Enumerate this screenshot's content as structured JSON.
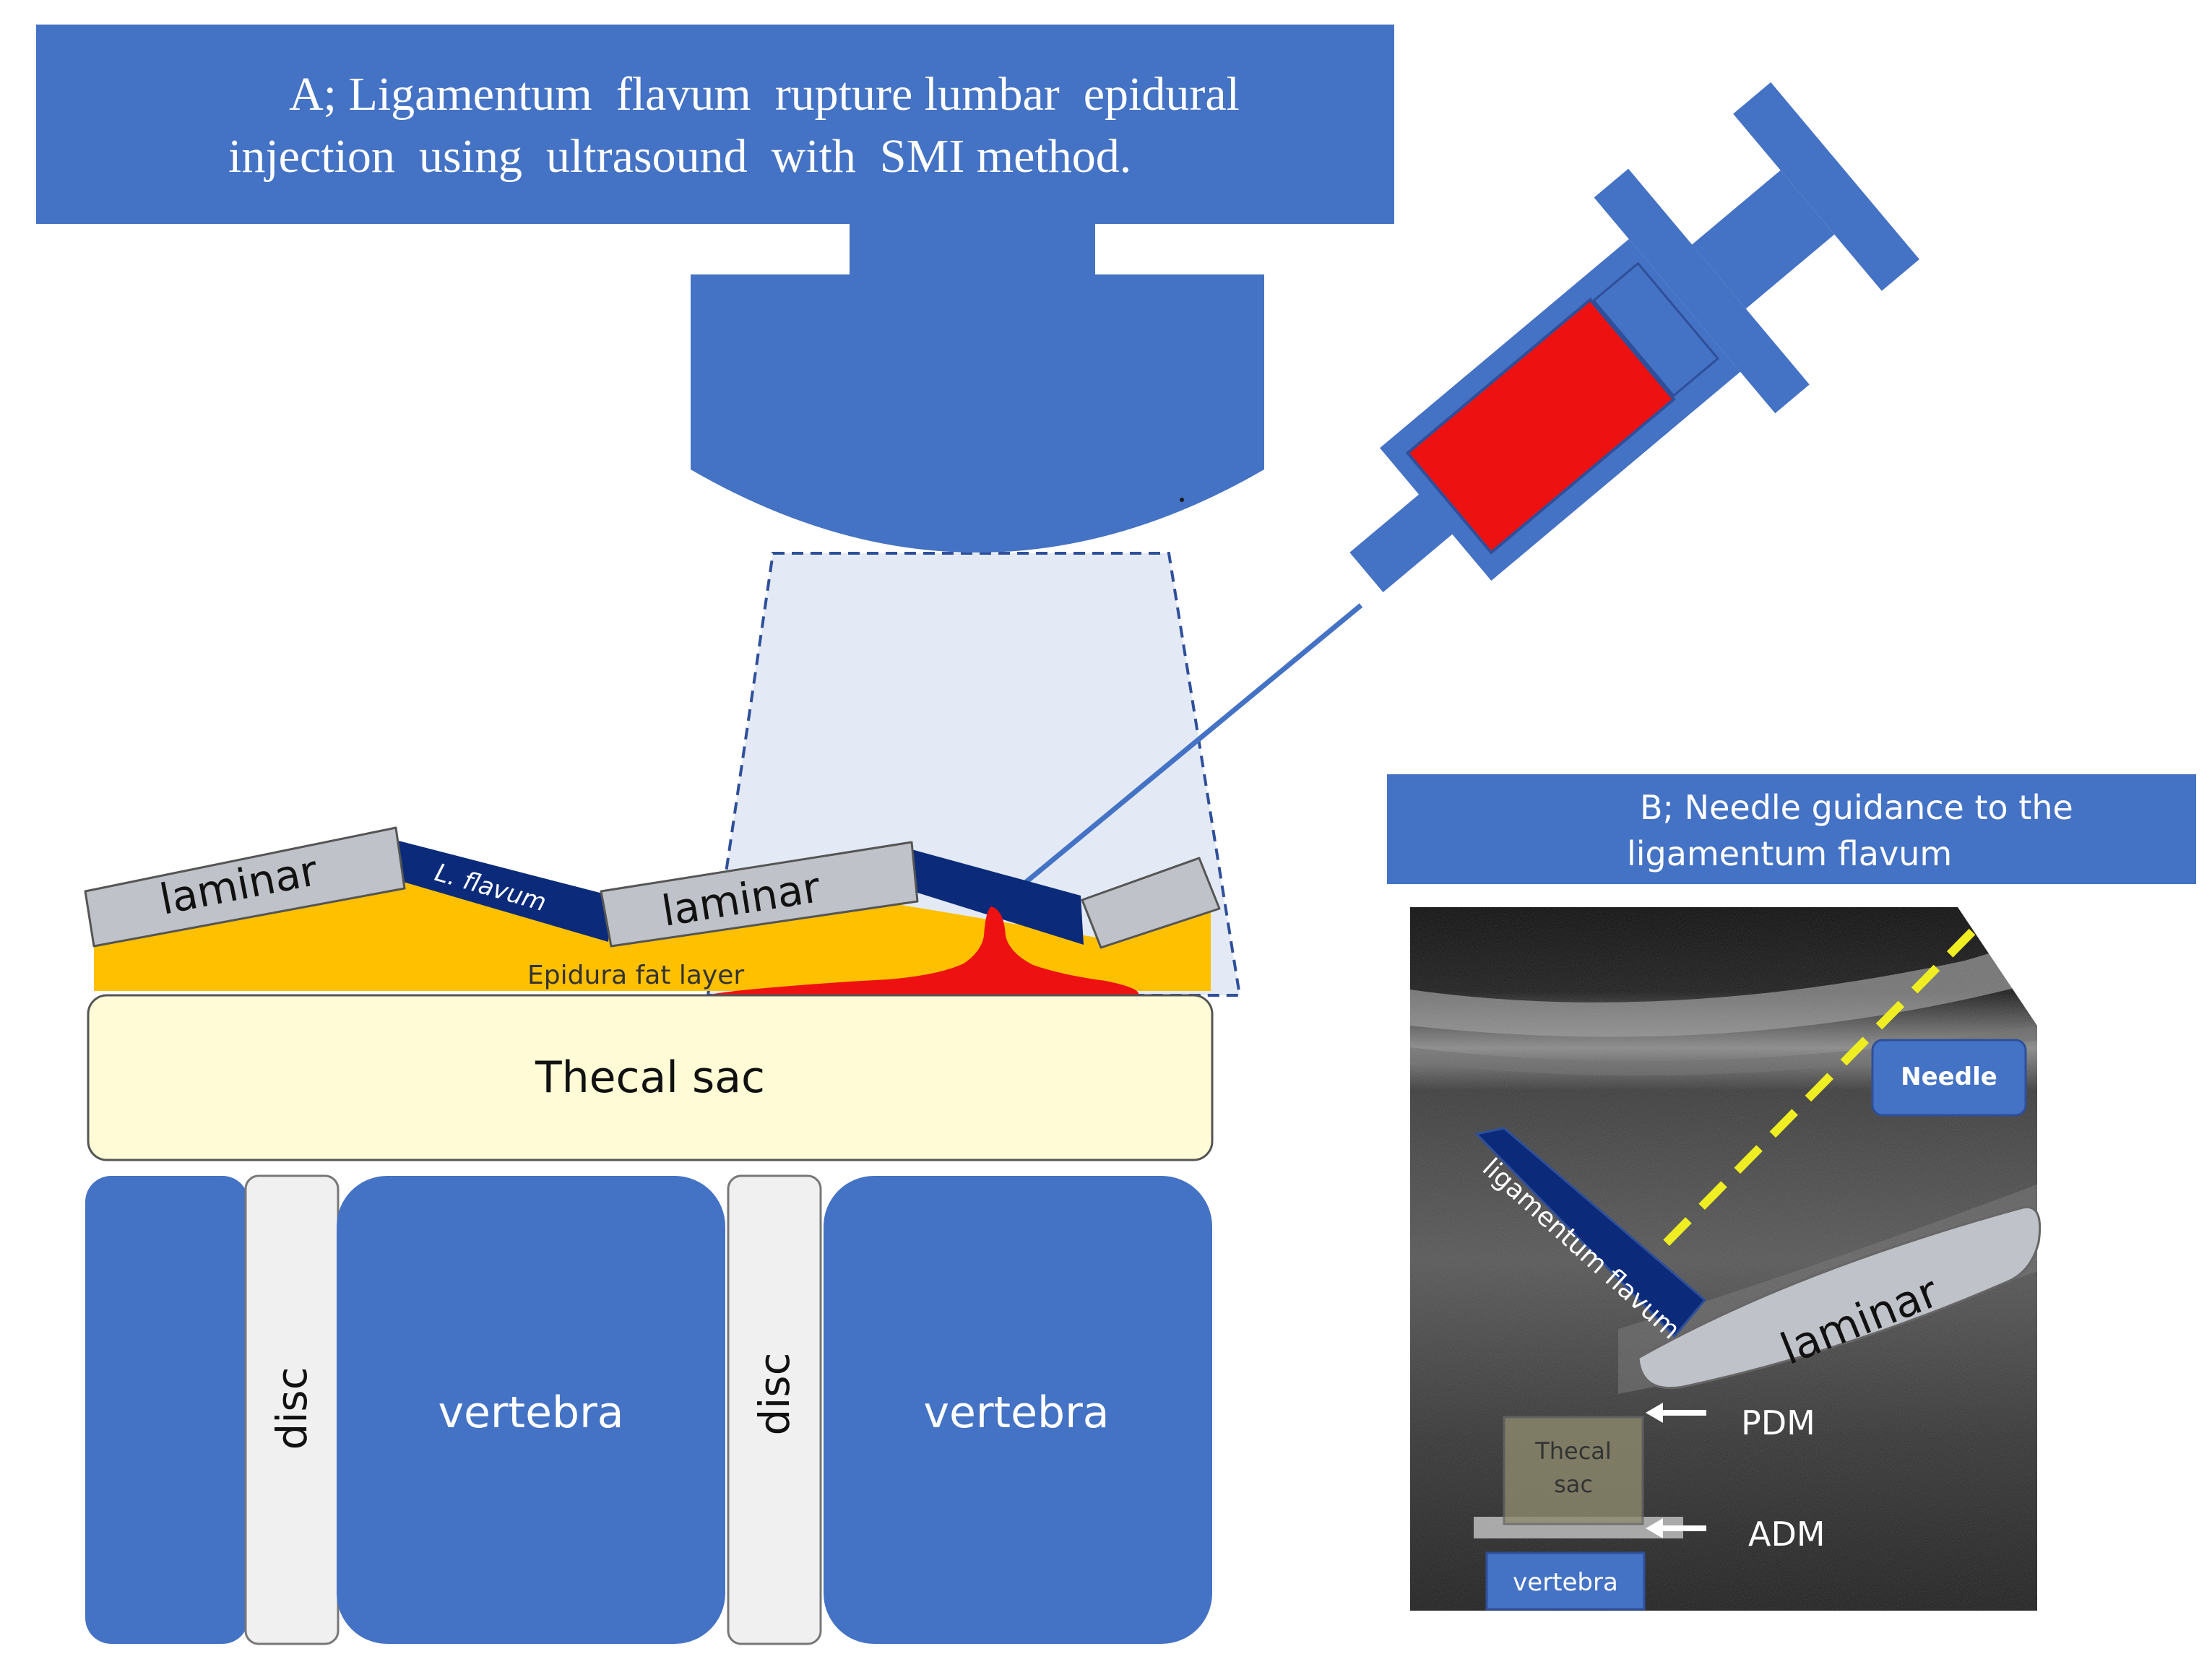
{
  "panel_a": {
    "title_line1": "A; Ligamentum  flavum  rupture lumbar  epidural",
    "title_line2": "injection  using  ultrasound  with  SMI method.",
    "laminar_left": "laminar",
    "laminar_mid": "laminar",
    "flavum_label": "L. flavum",
    "fat_label": "Epidura fat layer",
    "thecal_label": "Thecal sac",
    "disc_1": "disc",
    "disc_2": "disc",
    "vertebra_1": "vertebra",
    "vertebra_2": "vertebra"
  },
  "panel_b": {
    "title_line1": "B; Needle guidance to the",
    "title_line2": "ligamentum flavum",
    "needle_label": "Needle",
    "flavum_label": "ligamentum flavum",
    "laminar_label": "laminar",
    "pdm_label": "PDM",
    "thecal_line1": "Thecal",
    "thecal_line2": "sac",
    "adm_label": "ADM",
    "vertebra_label": "vertebra"
  },
  "colors": {
    "blue": "#4472C4",
    "navy": "#0B2B7A",
    "gray": "#BFC2C8",
    "fat": "#FFC000",
    "thecal": "#FFFBD6",
    "red": "#EE1111",
    "beam": "#E3EAF6",
    "needle_yellow": "#EEEE22"
  }
}
